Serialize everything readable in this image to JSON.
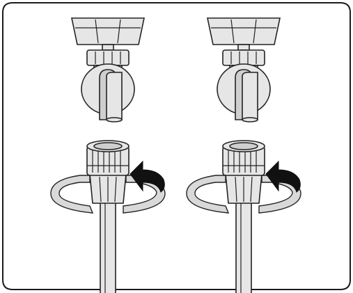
{
  "illustration": {
    "panels": [
      {
        "tap": "faucet",
        "hose_end": "screw-on-connector",
        "rotation": "counter-clockwise"
      },
      {
        "tap": "faucet",
        "hose_end": "screw-on-connector",
        "rotation": "counter-clockwise"
      }
    ],
    "colors": {
      "frame": "#1a1a1a",
      "line": "#222222",
      "metal_fill": "#e6e6e6",
      "shade_fill": "#cfcfcf",
      "ring_fill": "#d9d9d9",
      "arrow_fill": "#111111"
    },
    "icons": [
      "faucet-icon",
      "hose-connector-icon",
      "rotate-arrow-icon"
    ]
  }
}
